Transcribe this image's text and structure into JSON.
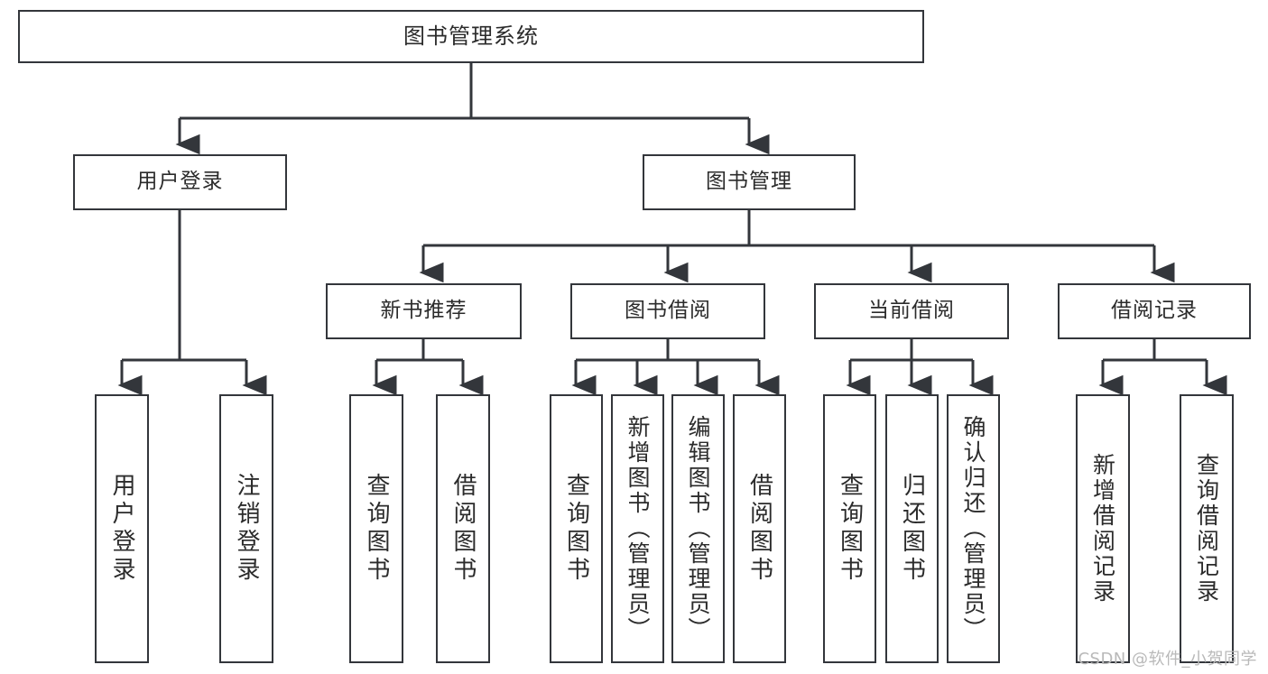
{
  "diagram": {
    "type": "tree-hierarchy",
    "title": "图书管理系统",
    "root": {
      "label": "图书管理系统"
    },
    "level2": [
      {
        "label": "用户登录"
      },
      {
        "label": "图书管理"
      }
    ],
    "level3": [
      {
        "label": "新书推荐"
      },
      {
        "label": "图书借阅"
      },
      {
        "label": "当前借阅"
      },
      {
        "label": "借阅记录"
      }
    ],
    "leaves": {
      "user_login": [
        {
          "label": "用户登录"
        },
        {
          "label": "注销登录"
        }
      ],
      "new_book_recommend": [
        {
          "label": "查询图书"
        },
        {
          "label": "借阅图书"
        }
      ],
      "book_borrow": [
        {
          "label": "查询图书"
        },
        {
          "label": "新增图书（管理员）"
        },
        {
          "label": "编辑图书（管理员）"
        },
        {
          "label": "借阅图书"
        }
      ],
      "current_borrow": [
        {
          "label": "查询图书"
        },
        {
          "label": "归还图书"
        },
        {
          "label": "确认归还（管理员）"
        }
      ],
      "borrow_record": [
        {
          "label": "新增借阅记录"
        },
        {
          "label": "查询借阅记录"
        }
      ]
    }
  },
  "watermark": {
    "text": "CSDN @软件_小贺同学"
  },
  "colors": {
    "stroke": "#33363b",
    "text": "#2b2b2b",
    "background": "#ffffff",
    "watermark": "#b9b9b9"
  }
}
